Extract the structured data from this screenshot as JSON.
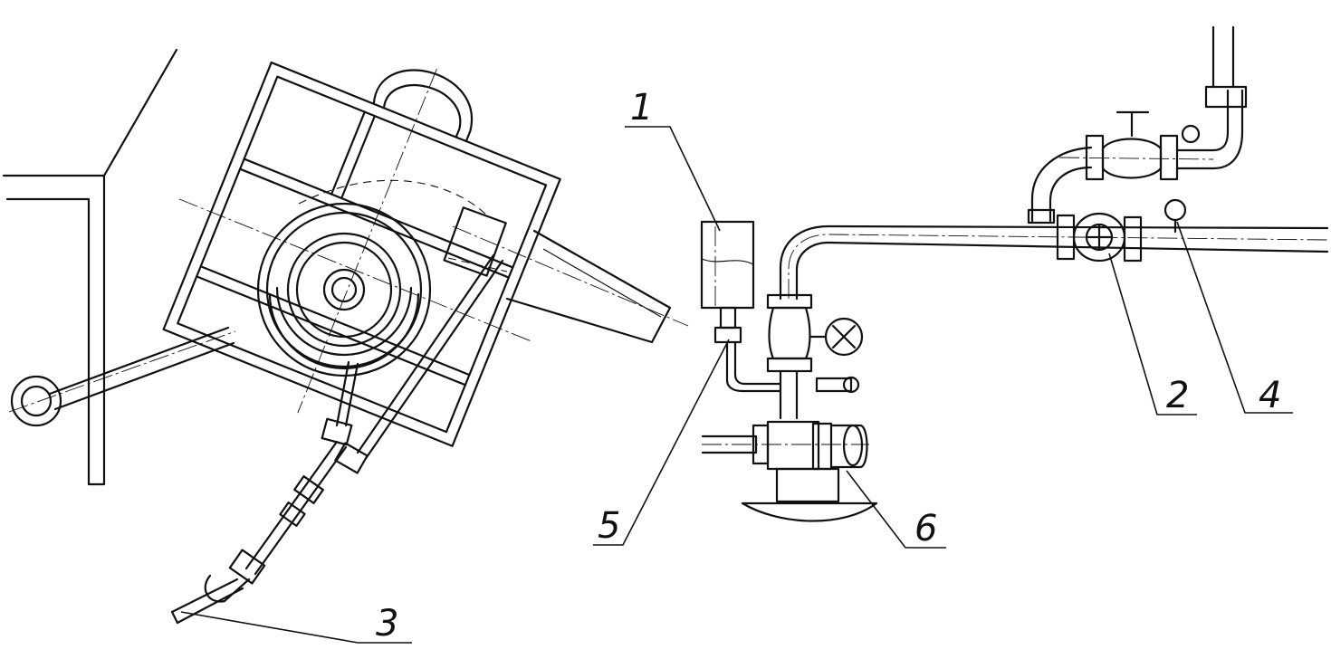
{
  "colors": {
    "ink": "#111111",
    "paper": "#ffffff"
  },
  "callouts": {
    "c1": "1",
    "c2": "2",
    "c3": "3",
    "c4": "4",
    "c5": "5",
    "c6": "6"
  }
}
